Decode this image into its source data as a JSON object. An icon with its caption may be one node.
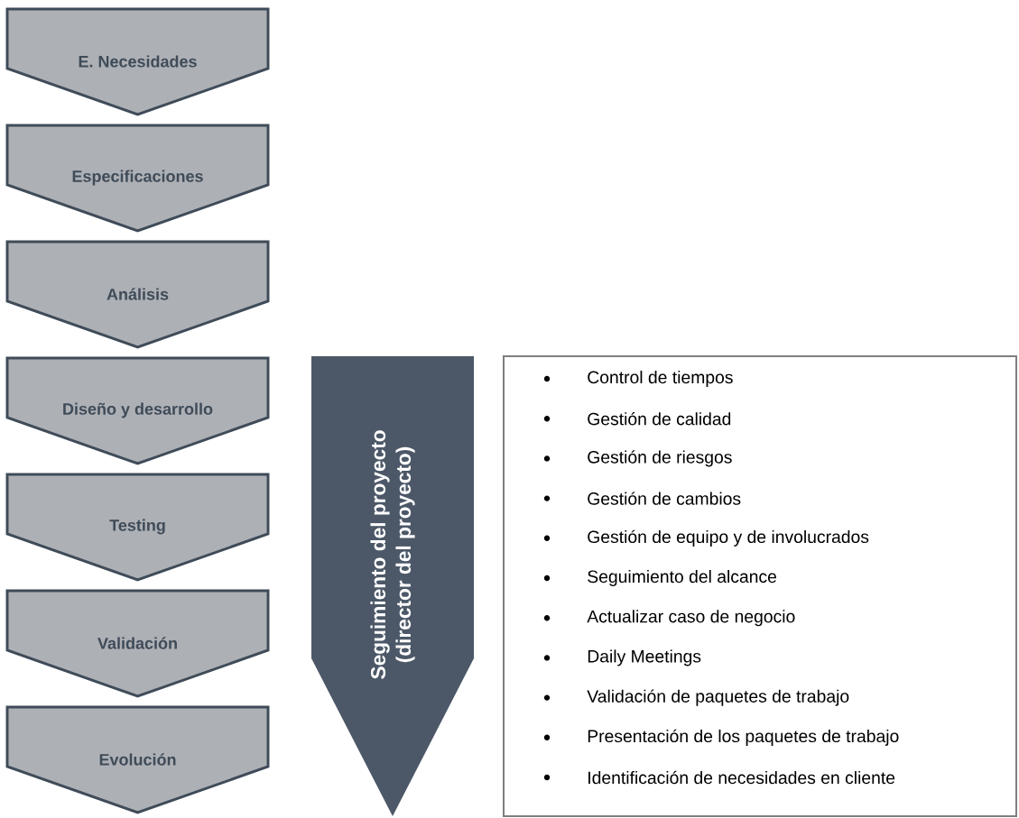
{
  "diagram": {
    "nodes": [
      {
        "text": [
          "E. Necesidades"
        ]
      },
      {
        "text": [
          "Especificaciones"
        ]
      },
      {
        "text": [
          "Análisis"
        ]
      },
      {
        "text": [
          "Diseño y desarrollo"
        ]
      },
      {
        "text": [
          "Testing"
        ]
      },
      {
        "text": [
          "Validación"
        ]
      },
      {
        "text": [
          "Evolución"
        ]
      },
      {
        "text": [
          "Seguimiento del proyecto",
          "(director del proyecto)"
        ]
      },
      {
        "text": [
          "Control de tiempos",
          "Gestión de calidad",
          "Gestión de riesgos",
          "Gestión de cambios",
          "Gestión de equipo y de involucrados",
          "Seguimiento del alcance",
          "Actualizar caso de negocio",
          "Daily Meetings",
          "Validación de paquetes de trabajo",
          "Presentación de los paquetes de trabajo",
          "Identificación de necesidades en cliente"
        ]
      }
    ]
  }
}
